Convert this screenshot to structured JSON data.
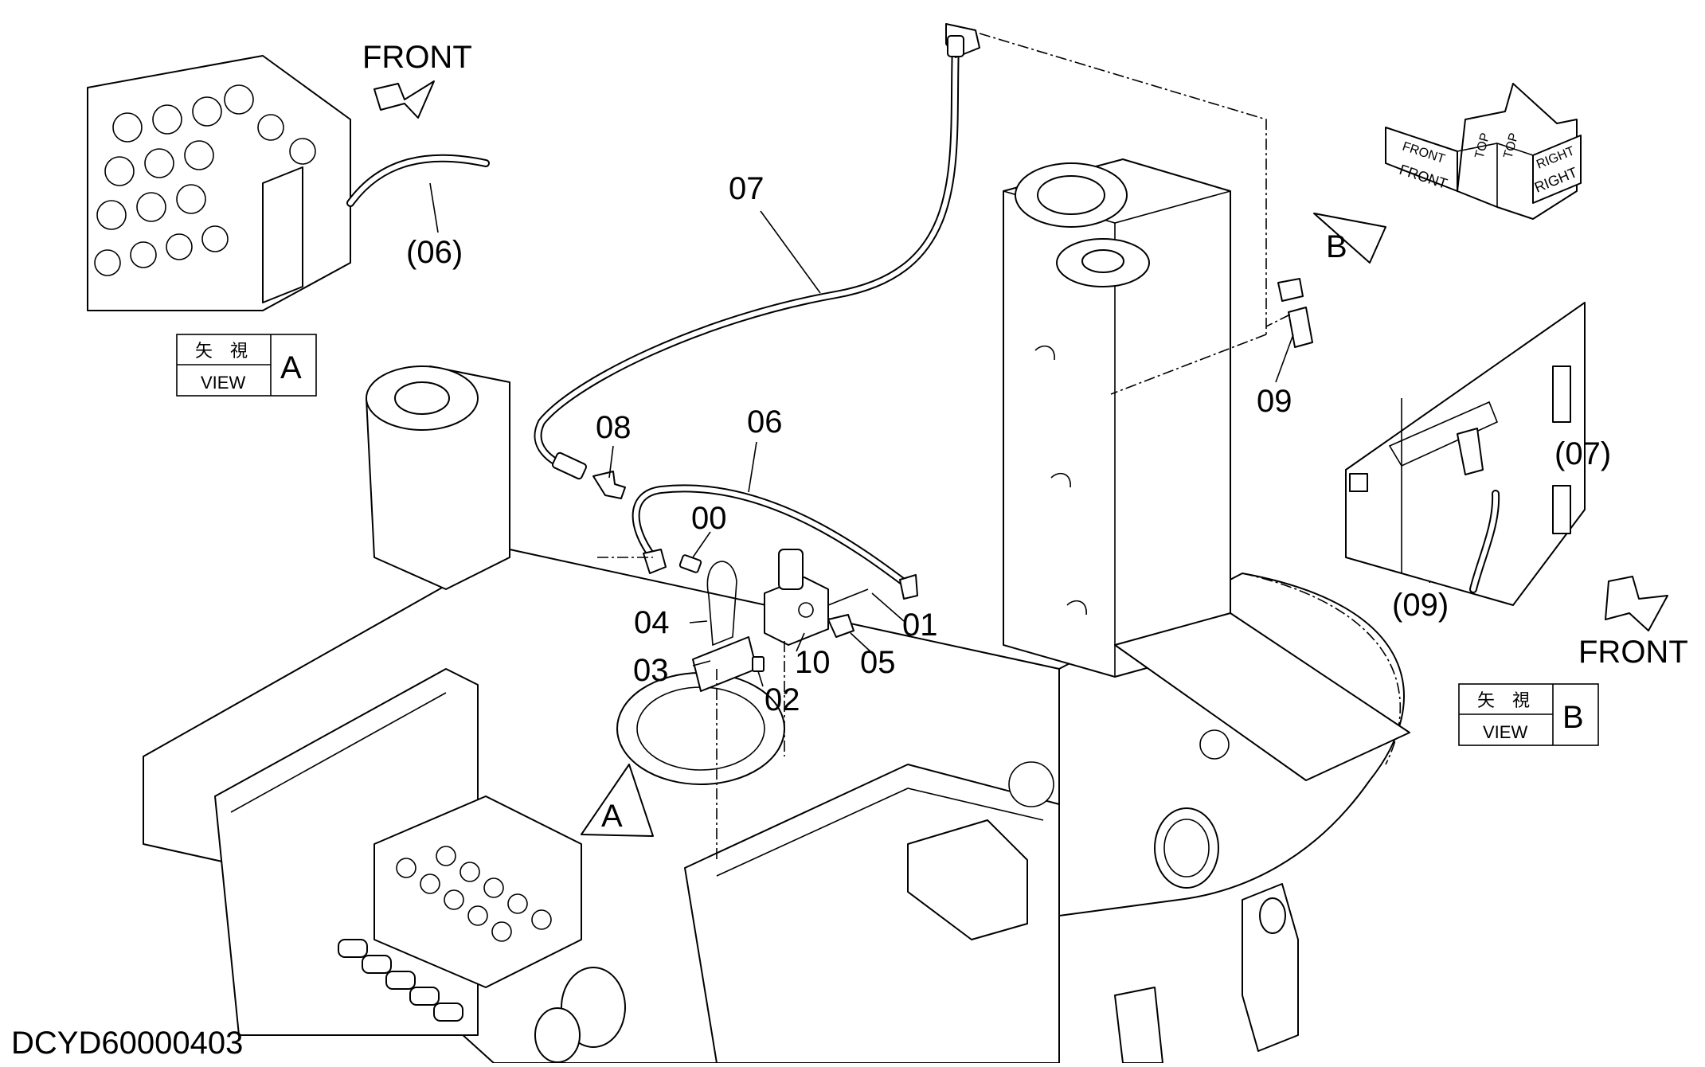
{
  "drawing_code": "DCYD60000403",
  "direction_front": "FRONT",
  "view_a": {
    "kanji": "矢　視",
    "view": "VIEW",
    "letter": "A"
  },
  "view_b": {
    "kanji": "矢　視",
    "view": "VIEW",
    "letter": "B"
  },
  "view_markers": {
    "a": "A",
    "b": "B"
  },
  "orientation_cube": {
    "top1": "TOP",
    "top2": "TOP",
    "front1": "FRONT",
    "front2": "FRONT",
    "right1": "RIGHT",
    "right2": "RIGHT"
  },
  "callouts": {
    "c00": "00",
    "c01": "01",
    "c02": "02",
    "c03": "03",
    "c04": "04",
    "c05": "05",
    "c06": "06",
    "c07": "07",
    "c08": "08",
    "c09": "09",
    "c10": "10",
    "ref06": "(06)",
    "ref07": "(07)",
    "ref09": "(09)"
  }
}
